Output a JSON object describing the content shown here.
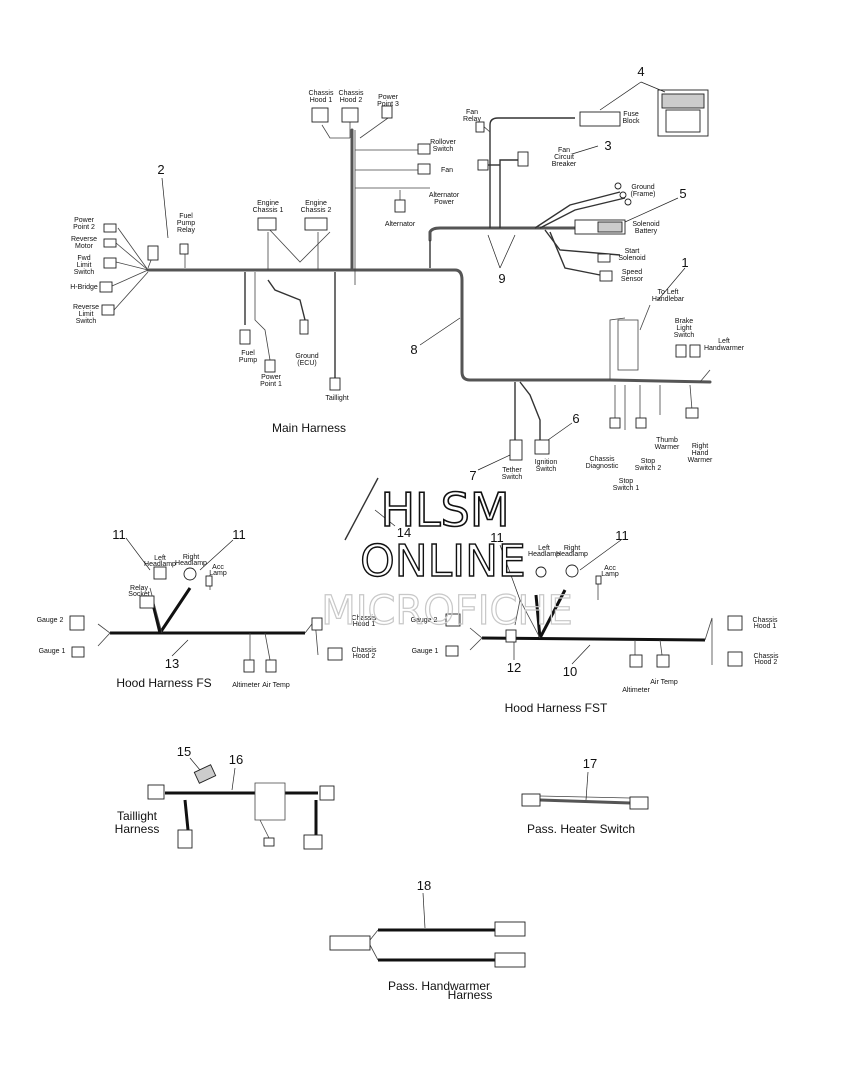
{
  "callouts": [
    "1",
    "2",
    "3",
    "4",
    "5",
    "6",
    "7",
    "8",
    "9",
    "10",
    "11",
    "11",
    "11",
    "12",
    "13",
    "14",
    "15",
    "16",
    "17",
    "18"
  ],
  "sections": {
    "main": "Main Harness",
    "hood_fs": "Hood Harness FS",
    "hood_fst": "Hood Harness FST",
    "taillight_1": "Taillight",
    "taillight_2": "Harness",
    "pass_heater": "Pass. Heater Switch",
    "pass_hand_1": "Pass. Handwarmer",
    "pass_hand_2": "Harness"
  },
  "labels": {
    "chassis_hood1_a": "Chassis",
    "chassis_hood1_b": "Hood 1",
    "chassis_hood2_a": "Chassis",
    "chassis_hood2_b": "Hood 2",
    "power_point3_a": "Power",
    "power_point3_b": "Point 3",
    "fan_relay_a": "Fan",
    "fan_relay_b": "Relay",
    "fuse_block_a": "Fuse",
    "fuse_block_b": "Block",
    "rollover_a": "Rollover",
    "rollover_b": "Switch",
    "fan": "Fan",
    "fan_cb_a": "Fan",
    "fan_cb_b": "Circuit",
    "fan_cb_c": "Breaker",
    "alt_power_a": "Alternator",
    "alt_power_b": "Power",
    "alternator": "Alternator",
    "ground_frame_a": "Ground",
    "ground_frame_b": "(Frame)",
    "solenoid_batt_a": "Solenoid",
    "solenoid_batt_b": "Battery",
    "start_solenoid_a": "Start",
    "start_solenoid_b": "Solenoid",
    "speed_sensor_a": "Speed",
    "speed_sensor_b": "Sensor",
    "to_left_hb_a": "To Left",
    "to_left_hb_b": "Handlebar",
    "brake_light_a": "Brake",
    "brake_light_b": "Light",
    "brake_light_c": "Switch",
    "left_hw_a": "Left",
    "left_hw_b": "Handwarmer",
    "engine_chassis1_a": "Engine",
    "engine_chassis1_b": "Chassis 1",
    "engine_chassis2_a": "Engine",
    "engine_chassis2_b": "Chassis 2",
    "fuel_pump_relay_a": "Fuel",
    "fuel_pump_relay_b": "Pump",
    "fuel_pump_relay_c": "Relay",
    "power_point2_a": "Power",
    "power_point2_b": "Point 2",
    "reverse_motor_a": "Reverse",
    "reverse_motor_b": "Motor",
    "fwd_limit_a": "Fwd",
    "fwd_limit_b": "Limit",
    "fwd_limit_c": "Switch",
    "hbridge": "H-Bridge",
    "reverse_limit_a": "Reverse",
    "reverse_limit_b": "Limit",
    "reverse_limit_c": "Switch",
    "fuel_pump_a": "Fuel",
    "fuel_pump_b": "Pump",
    "power_point1_a": "Power",
    "power_point1_b": "Point 1",
    "ground_ecu_a": "Ground",
    "ground_ecu_b": "(ECU)",
    "taillight": "Taillight",
    "tether_a": "Tether",
    "tether_b": "Switch",
    "ignition_a": "Ignition",
    "ignition_b": "Switch",
    "chassis_diag_a": "Chassis",
    "chassis_diag_b": "Diagnostic",
    "stop_sw1_a": "Stop",
    "stop_sw1_b": "Switch 1",
    "stop_sw2_a": "Stop",
    "stop_sw2_b": "Switch 2",
    "thumb_warmer_a": "Thumb",
    "thumb_warmer_b": "Warmer",
    "right_hw_a": "Right",
    "right_hw_b": "Hand",
    "right_hw_c": "Warmer",
    "fs_left_head_a": "Left",
    "fs_left_head_b": "Headlamp",
    "fs_right_head_a": "Right",
    "fs_right_head_b": "Headlamp",
    "fs_acc_a": "Acc",
    "fs_acc_b": "Lamp",
    "fs_relay_a": "Relay",
    "fs_relay_b": "Socket",
    "fs_gauge2": "Gauge 2",
    "fs_gauge1": "Gauge 1",
    "fs_alt": "Altimeter",
    "fs_air": "Air Temp",
    "fs_ch1_a": "Chassis",
    "fs_ch1_b": "Hood 1",
    "fs_ch2_a": "Chassis",
    "fs_ch2_b": "Hood 2",
    "fst_left_head_a": "Left",
    "fst_left_head_b": "Headlamp",
    "fst_right_head_a": "Right",
    "fst_right_head_b": "Headlamp",
    "fst_acc_a": "Acc",
    "fst_acc_b": "Lamp",
    "fst_gauge2": "Gauge 2",
    "fst_gauge1": "Gauge 1",
    "fst_alt": "Altimeter",
    "fst_air": "Air Temp",
    "fst_ch1_a": "Chassis",
    "fst_ch1_b": "Hood 1",
    "fst_ch2_a": "Chassis",
    "fst_ch2_b": "Hood 2"
  },
  "watermark": {
    "line1": "HLSM",
    "line2": "ONLINE",
    "line3": "MICROFICHE"
  },
  "colors": {
    "ink": "#111111",
    "wire": "#333333",
    "watermark_gray": "#c8c8c8",
    "background": "#ffffff"
  }
}
